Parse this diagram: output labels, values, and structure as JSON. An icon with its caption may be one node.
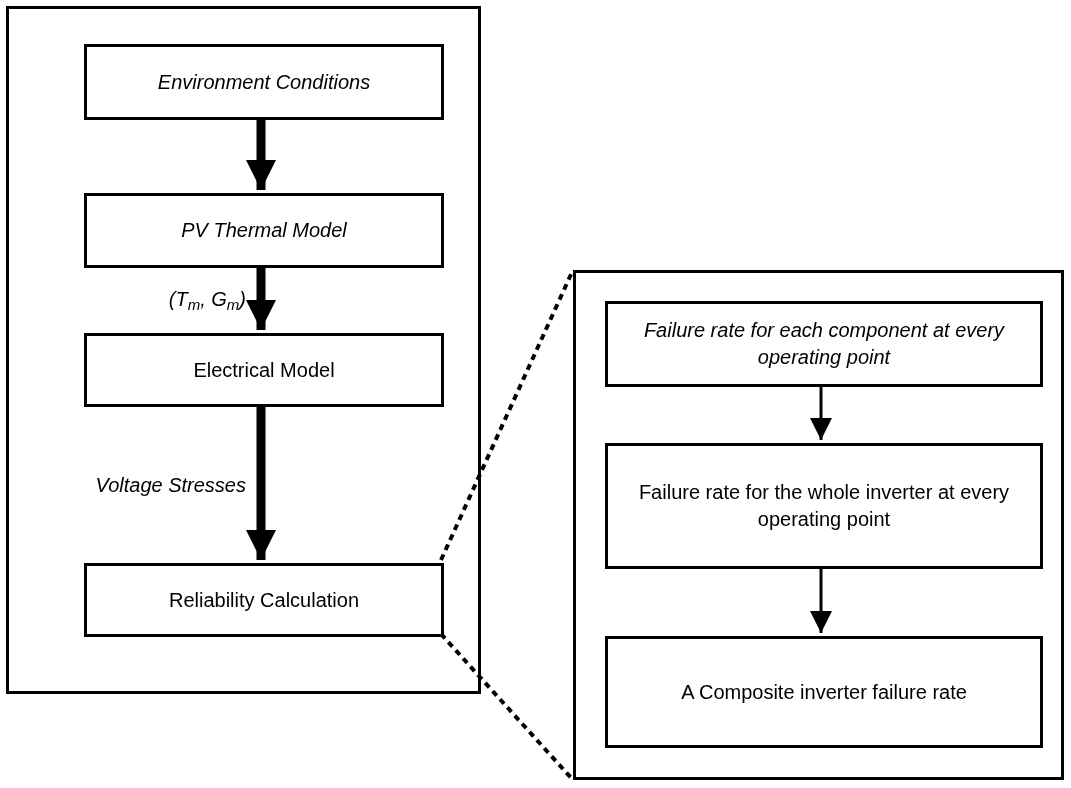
{
  "diagram": {
    "nodes": [
      {
        "text": [],
        "shape": "box"
      },
      {
        "text": [
          "Environment Conditions"
        ],
        "in": 0
      },
      {
        "text": [
          "PV Thermal Model"
        ],
        "in": 0
      },
      {
        "text": [
          "Electrical Model"
        ],
        "in": 0
      },
      {
        "text": [
          "Reliability Calculation"
        ],
        "in": 0
      },
      {
        "text": [],
        "shape": "box"
      },
      {
        "text": [
          "Failure rate for each component at every operating point"
        ],
        "in": 5
      },
      {
        "text": [
          "Failure rate for the whole inverter at every operating point"
        ],
        "in": 5
      },
      {
        "text": [
          "A Composite inverter failure rate"
        ],
        "in": 5
      }
    ],
    "edges": [
      {
        "from": 1,
        "to": 2,
        "arrow": "to",
        "style": "thick"
      },
      {
        "from": 2,
        "to": 3,
        "arrow": "to",
        "style": "thick",
        "label": "(T$_{m}$, G$_{m}$)"
      },
      {
        "from": 3,
        "to": 4,
        "arrow": "to",
        "style": "thick",
        "label": "Voltage Stresses"
      },
      {
        "from": 4,
        "to": 5,
        "arrow": "none",
        "style": "dashed"
      },
      {
        "from": 4,
        "to": 5,
        "arrow": "none",
        "style": "dashed"
      },
      {
        "from": 6,
        "to": 7,
        "arrow": "to"
      },
      {
        "from": 7,
        "to": 8,
        "arrow": "to"
      }
    ]
  }
}
